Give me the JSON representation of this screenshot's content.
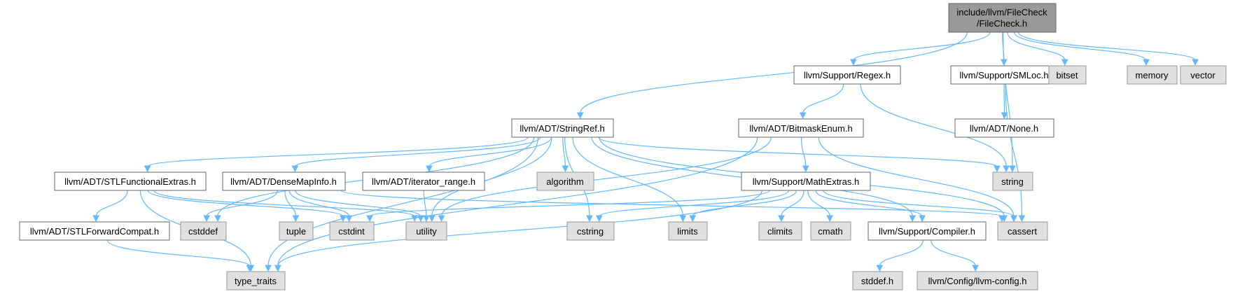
{
  "colors": {
    "root_fill": "#999999",
    "root_stroke": "#666666",
    "doc_fill": "#ffffff",
    "doc_stroke": "#666666",
    "sys_fill": "#e0e0e0",
    "sys_stroke": "#999999",
    "edge": "#63b8ff"
  },
  "nodes": {
    "filecheck": {
      "label_line1": "include/llvm/FileCheck",
      "label_line2": "/FileCheck.h",
      "kind": "root"
    },
    "regex": {
      "label": "llvm/Support/Regex.h",
      "kind": "doc"
    },
    "smloc": {
      "label": "llvm/Support/SMLoc.h",
      "kind": "doc"
    },
    "bitset": {
      "label": "bitset",
      "kind": "sys"
    },
    "memory": {
      "label": "memory",
      "kind": "sys"
    },
    "vector": {
      "label": "vector",
      "kind": "sys"
    },
    "stringref": {
      "label": "llvm/ADT/StringRef.h",
      "kind": "doc"
    },
    "bitmaskenum": {
      "label": "llvm/ADT/BitmaskEnum.h",
      "kind": "doc"
    },
    "none": {
      "label": "llvm/ADT/None.h",
      "kind": "doc"
    },
    "stlfunctional": {
      "label": "llvm/ADT/STLFunctionalExtras.h",
      "kind": "doc"
    },
    "densemapinfo": {
      "label": "llvm/ADT/DenseMapInfo.h",
      "kind": "doc"
    },
    "iteratorrange": {
      "label": "llvm/ADT/iterator_range.h",
      "kind": "doc"
    },
    "algorithm": {
      "label": "algorithm",
      "kind": "sys"
    },
    "mathextras": {
      "label": "llvm/Support/MathExtras.h",
      "kind": "doc"
    },
    "string": {
      "label": "string",
      "kind": "sys"
    },
    "stlforward": {
      "label": "llvm/ADT/STLForwardCompat.h",
      "kind": "doc"
    },
    "cstddef": {
      "label": "cstddef",
      "kind": "sys"
    },
    "tuple": {
      "label": "tuple",
      "kind": "sys"
    },
    "cstdint": {
      "label": "cstdint",
      "kind": "sys"
    },
    "utility": {
      "label": "utility",
      "kind": "sys"
    },
    "cstring": {
      "label": "cstring",
      "kind": "sys"
    },
    "limits": {
      "label": "limits",
      "kind": "sys"
    },
    "climits": {
      "label": "climits",
      "kind": "sys"
    },
    "cmath": {
      "label": "cmath",
      "kind": "sys"
    },
    "compiler": {
      "label": "llvm/Support/Compiler.h",
      "kind": "doc"
    },
    "cassert": {
      "label": "cassert",
      "kind": "sys"
    },
    "typetraits": {
      "label": "type_traits",
      "kind": "sys"
    },
    "stddef": {
      "label": "stddef.h",
      "kind": "sys"
    },
    "llvmconfig": {
      "label": "llvm/Config/llvm-config.h",
      "kind": "sys"
    }
  },
  "edges": [
    [
      "filecheck",
      "stringref"
    ],
    [
      "filecheck",
      "regex"
    ],
    [
      "filecheck",
      "string"
    ],
    [
      "filecheck",
      "smloc"
    ],
    [
      "filecheck",
      "bitset"
    ],
    [
      "filecheck",
      "memory"
    ],
    [
      "filecheck",
      "vector"
    ],
    [
      "regex",
      "bitmaskenum"
    ],
    [
      "regex",
      "string"
    ],
    [
      "smloc",
      "none"
    ],
    [
      "smloc",
      "cassert"
    ],
    [
      "stringref",
      "stlfunctional"
    ],
    [
      "stringref",
      "densemapinfo"
    ],
    [
      "stringref",
      "iteratorrange"
    ],
    [
      "stringref",
      "algorithm"
    ],
    [
      "stringref",
      "cstring"
    ],
    [
      "stringref",
      "limits"
    ],
    [
      "stringref",
      "utility"
    ],
    [
      "stringref",
      "cstddef"
    ],
    [
      "stringref",
      "typetraits"
    ],
    [
      "stringref",
      "string"
    ],
    [
      "stringref",
      "compiler"
    ],
    [
      "stringref",
      "cassert"
    ],
    [
      "bitmaskenum",
      "mathextras"
    ],
    [
      "bitmaskenum",
      "utility"
    ],
    [
      "bitmaskenum",
      "typetraits"
    ],
    [
      "bitmaskenum",
      "cassert"
    ],
    [
      "stlfunctional",
      "stlforward"
    ],
    [
      "stlfunctional",
      "cstdint"
    ],
    [
      "stlfunctional",
      "utility"
    ],
    [
      "stlfunctional",
      "typetraits"
    ],
    [
      "densemapinfo",
      "cstddef"
    ],
    [
      "densemapinfo",
      "tuple"
    ],
    [
      "densemapinfo",
      "cstdint"
    ],
    [
      "densemapinfo",
      "utility"
    ],
    [
      "densemapinfo",
      "cassert"
    ],
    [
      "iteratorrange",
      "utility"
    ],
    [
      "mathextras",
      "cstdint"
    ],
    [
      "mathextras",
      "cstring"
    ],
    [
      "mathextras",
      "limits"
    ],
    [
      "mathextras",
      "climits"
    ],
    [
      "mathextras",
      "cmath"
    ],
    [
      "mathextras",
      "compiler"
    ],
    [
      "mathextras",
      "cassert"
    ],
    [
      "mathextras",
      "typetraits"
    ],
    [
      "stlforward",
      "typetraits"
    ],
    [
      "compiler",
      "stddef"
    ],
    [
      "compiler",
      "llvmconfig"
    ]
  ]
}
